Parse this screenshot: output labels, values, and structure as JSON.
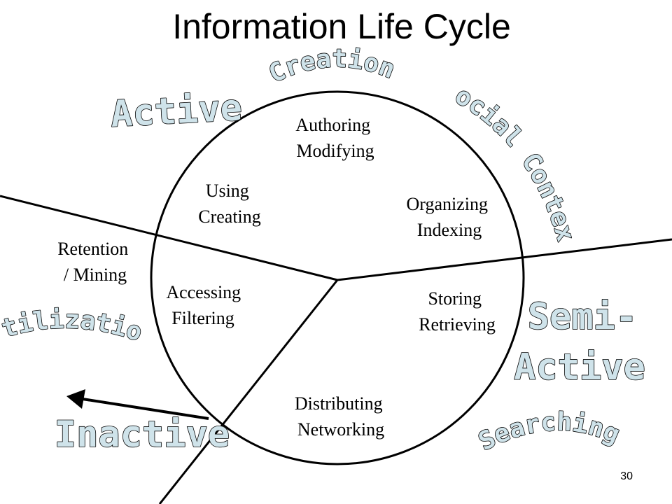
{
  "title": "Information Life Cycle",
  "page_number": "30",
  "colors": {
    "wordart_fill": "#cfe3ea",
    "line": "#000000",
    "background": "#ffffff"
  },
  "cycle_segments": {
    "authoring": [
      "Authoring",
      "Modifying"
    ],
    "organizing": [
      "Organizing",
      "Indexing"
    ],
    "storing": [
      "Storing",
      "Retrieving"
    ],
    "distributing": [
      "Distributing",
      "Networking"
    ],
    "accessing": [
      "Accessing",
      "Filtering"
    ],
    "using": [
      "Using",
      "Creating"
    ]
  },
  "retention": [
    "Retention",
    "/ Mining"
  ],
  "phases": {
    "active": "Active",
    "semi_active_line1": "Semi-",
    "semi_active_line2": "Active",
    "inactive": "Inactive"
  },
  "arcs": {
    "creation": "Creation",
    "social_context": "Social Context",
    "utilization": "Utilization",
    "searching": "Searching"
  }
}
